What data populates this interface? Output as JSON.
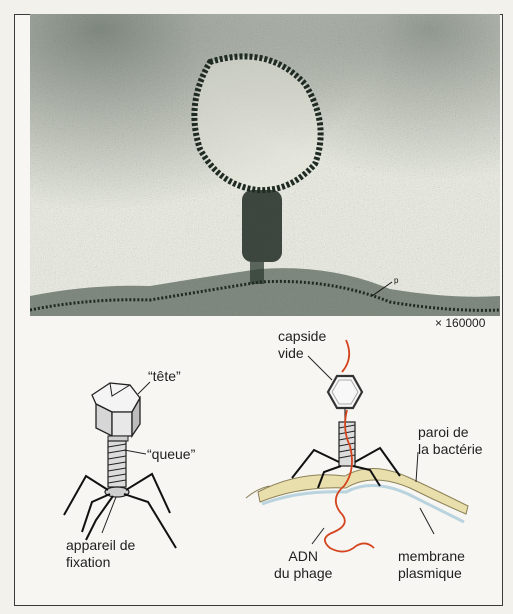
{
  "micrograph": {
    "magnification": "× 160000",
    "marker": "p"
  },
  "diagram_left": {
    "head_label": "“tête”",
    "tail_label": "“queue”",
    "base_label_line1": "appareil de",
    "base_label_line2": "fixation"
  },
  "diagram_right": {
    "capsid_label_line1": "capside",
    "capsid_label_line2": "vide",
    "wall_label_line1": "paroi de",
    "wall_label_line2": "la bactérie",
    "dna_label_line1": "ADN",
    "dna_label_line2": "du phage",
    "membrane_label_line1": "membrane",
    "membrane_label_line2": "plasmique"
  },
  "colors": {
    "dna": "#d4451f",
    "wall": "#e9dfad",
    "membrane": "#cfe0e8",
    "ink": "#1f1f1f"
  }
}
